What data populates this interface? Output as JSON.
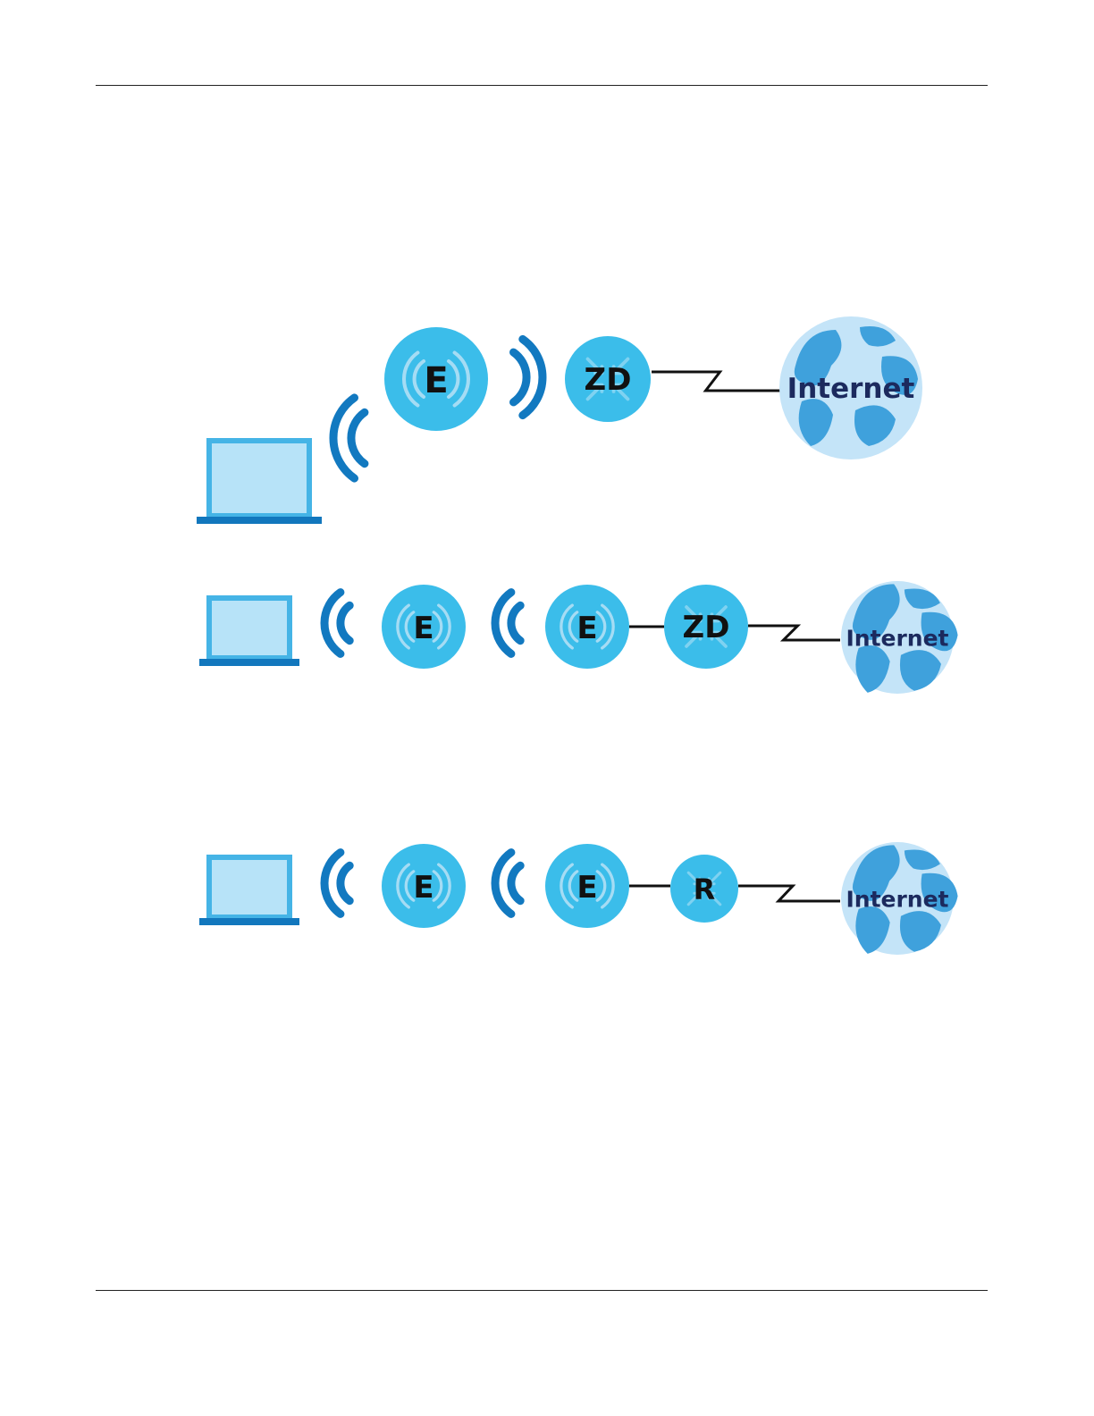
{
  "colors": {
    "node_fill": "#3bbdea",
    "wave_dark": "#1279c0",
    "wave_light": "#a5dcf4",
    "laptop_screen": "#b7e3f8",
    "laptop_frame": "#45b4e6",
    "laptop_base": "#1277bd",
    "globe_fill": "#c4e4f8",
    "globe_land": "#3fa1dc",
    "internet_text": "#1c2a5e",
    "link_line": "#111111"
  },
  "diagrams": [
    {
      "nodes": [
        {
          "type": "laptop"
        },
        {
          "type": "extender",
          "label": "E"
        },
        {
          "type": "controller",
          "label": "ZD"
        },
        {
          "type": "internet",
          "label": "Internet"
        }
      ]
    },
    {
      "nodes": [
        {
          "type": "laptop"
        },
        {
          "type": "extender",
          "label": "E"
        },
        {
          "type": "extender",
          "label": "E"
        },
        {
          "type": "controller",
          "label": "ZD"
        },
        {
          "type": "internet",
          "label": "Internet"
        }
      ]
    },
    {
      "nodes": [
        {
          "type": "laptop"
        },
        {
          "type": "extender",
          "label": "E"
        },
        {
          "type": "extender",
          "label": "E"
        },
        {
          "type": "router",
          "label": "R"
        },
        {
          "type": "internet",
          "label": "Internet"
        }
      ]
    }
  ]
}
